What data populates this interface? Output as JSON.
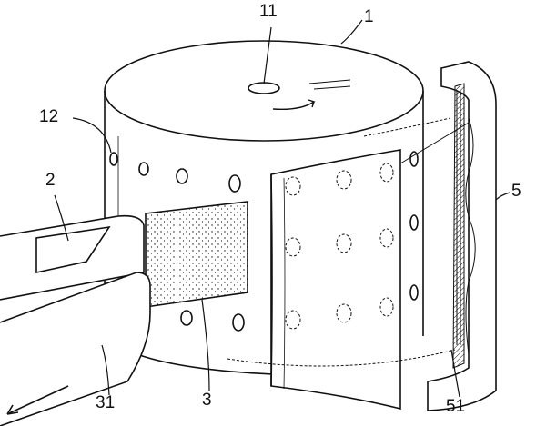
{
  "figure": {
    "labels": {
      "drum_center": "11",
      "drum": "1",
      "holes": "12",
      "nozzle": "2",
      "cover": "5",
      "sheet": "3",
      "belt": "31",
      "heater": "51"
    }
  }
}
